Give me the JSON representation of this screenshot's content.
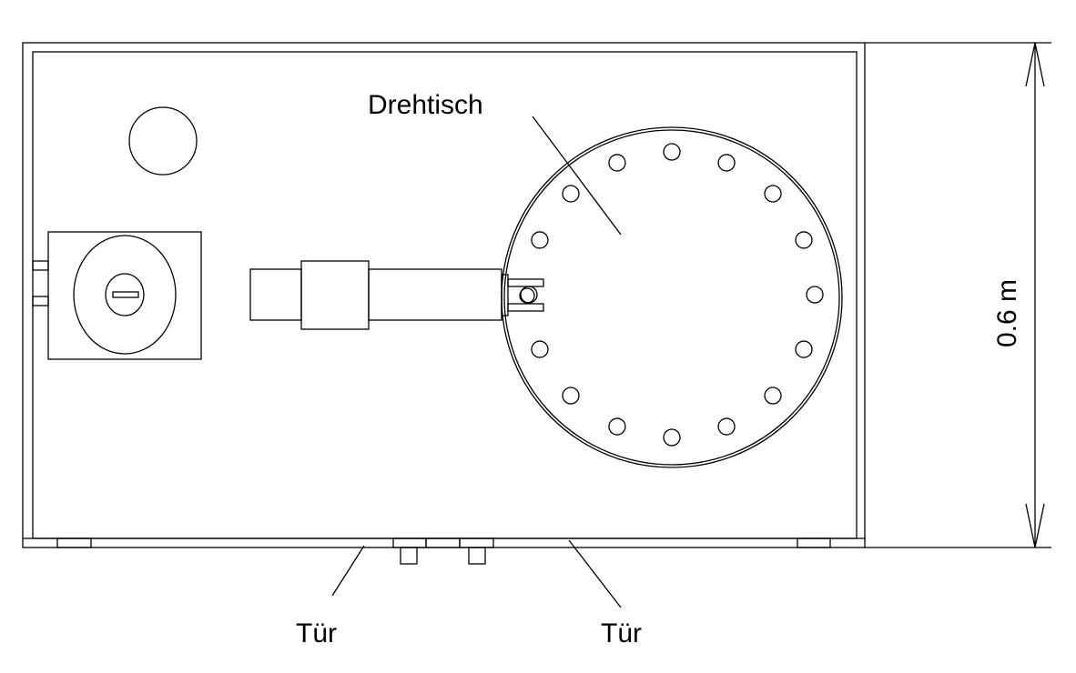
{
  "labels": {
    "turntable": "Drehtisch",
    "door_left": "Tür",
    "door_right": "Tür",
    "dimension": "0.6 m"
  },
  "turntable": {
    "hole_count": 16
  },
  "colors": {
    "line": "#000000",
    "background": "#ffffff"
  }
}
